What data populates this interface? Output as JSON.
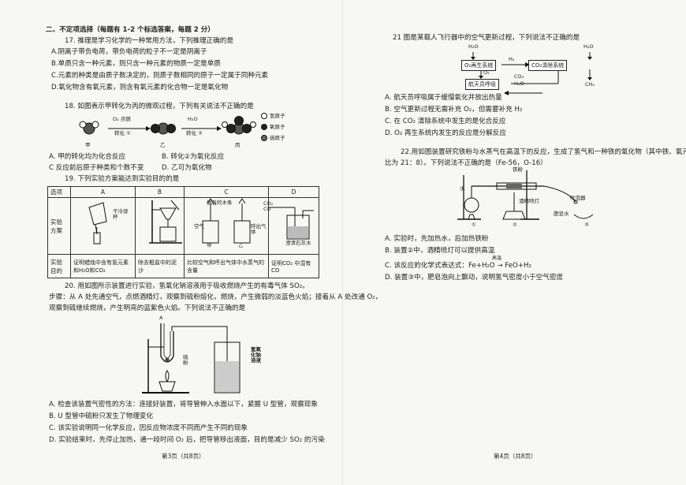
{
  "left": {
    "section": "二、不定项选择（每题有 1-2 个标选答案，每题 2 分）",
    "q17": {
      "stem": "17.  推理是学习化学的一种常用方法，下列推理正确的是",
      "A": "A.阴离子带负电荷，带负电荷的粒子不一定是阴离子",
      "B": "B.单质只含一种元素，则只含一种元素的物质一定是单质",
      "C": "C.元素的种类是由质子数决定的，则质子数相同的原子一定属于同种元素",
      "D": "D.氧化物含有氧元素，则含有氧元素的化合物一定是氧化物"
    },
    "q18": {
      "stem": "18.  如图表示甲转化为丙的微观过程，下列有关说法不正确的是",
      "arrow1_top": "O₂ 点燃",
      "arrow1_bottom": "转化 ①",
      "arrow2_top": "H₂O",
      "arrow2_bottom": "转化 ②",
      "label_jia": "甲",
      "label_yi": "乙",
      "label_bing": "丙",
      "legend": [
        "氢原子",
        "氧原子",
        "硫原子"
      ],
      "A": "A.  甲的转化均为化合反应",
      "B": "B.  转化②为氧化反应",
      "C": "C  反应前后原子种类和个数不变",
      "D": "D.  乙可为氧化物"
    },
    "q19": {
      "stem": "19.  下列实验方案能达到实验目的的是",
      "row_option": "选项",
      "row_plan": "实验方案",
      "row_goal": "实验目的",
      "cols": [
        "A",
        "B",
        "C",
        "D"
      ],
      "a_label": "干冷烧杯",
      "c_label_top": "燃着的木条",
      "c_label_air": "空气",
      "c_label_breath": "呼出气体",
      "c_label_jia": "甲",
      "c_label_yi": "乙",
      "d_label_gas": "CO₂\nCO",
      "d_label_lime": "澄清石灰水",
      "goals": [
        "证明蜡烛中含有氢元素和H₂O和CO₂",
        "除去粗盐中的泥沙",
        "比较空气和呼出气体中水蒸气的含量",
        "证明CO₂ 中混有CO"
      ]
    },
    "q20": {
      "stem": "20.  用如图所示装置进行实验，氢氧化钠溶液用于吸收燃烧产生的有毒气体 SO₂。",
      "step1": "步骤：从 A 处先通空气，点燃酒精灯，观察到硫粉熔化，燃烧，产生微弱的淡蓝色火焰；接着从 A 处改通 O₂，",
      "step2": "观察到硫继续燃烧，产生明亮的蓝紫色火焰。下列说法不正确的是",
      "label_A": "A",
      "label_sulfur": "硫粉",
      "label_naoh": "氢氧化钠溶液",
      "A": "A.  检查该装置气密性的方法：连接好装置，将导管伸入水面以下，紧握 U 型管，观察现象",
      "B": "B.  U 型管中硫粉只发生了物理变化",
      "C": "C.  该实验说明同一化学反应，因反应物浓度不同而产生不同的现象",
      "D": "D.  实验结束时，先停止加热，通一段时间 O₂ 后，把导管移出液面，目的是减少 SO₂ 的污染"
    },
    "footer": "第3页（共8页）"
  },
  "right": {
    "q21": {
      "stem": "21 图是某载人飞行器中的空气更新过程，下列说法不正确的是",
      "h2o_top": "H₂O",
      "h2o_mid": "H₂O",
      "box1": "O₂再生系统",
      "box2": "CO₂清除系统",
      "box3": "航天员呼吸",
      "h2": "H₂",
      "o2": "O₂",
      "co2": "CO₂",
      "h2o_low": "H₂O",
      "ch4": "CH₄",
      "A": "A.  航天员呼吸属于缓慢氧化并放出热量",
      "B": "B.  空气更新过程无需补充 O₂，但需要补充 H₂",
      "C": "C.  在 CO₂ 清除系统中发生的是化合反应",
      "D": "D.  O₂ 再生系统内发生的反应是分解反应"
    },
    "q22": {
      "stem1": "22.用如图装置研究铁粉与水蒸气在高温下的反应，生成了氢气和一种铁的氧化物（其中铁、氧元素质量",
      "stem2": "比为 21：8）。下列说法不正确的是（Fe-56，O-16）",
      "label_iron": "铁粉",
      "label_water": "水",
      "label_lamp": "酒精喷灯",
      "label_bubble": "吹泡器",
      "label_soap": "肥皂水",
      "n1": "①",
      "n2": "②",
      "n3": "③",
      "A": "A.  实验时，先加热水，后加热铁粉",
      "B": "B.  装置②中，酒精喷灯可以提供高温",
      "C_prefix": "C.  该反应的化学式表达式：",
      "C_eq": "Fe+H₂O → FeO+H₂",
      "C_cond": "高温",
      "D": "D.  装置③中，肥皂泡向上飘动，说明氢气密度小于空气密度"
    },
    "footer": "第4页（共8页）"
  }
}
